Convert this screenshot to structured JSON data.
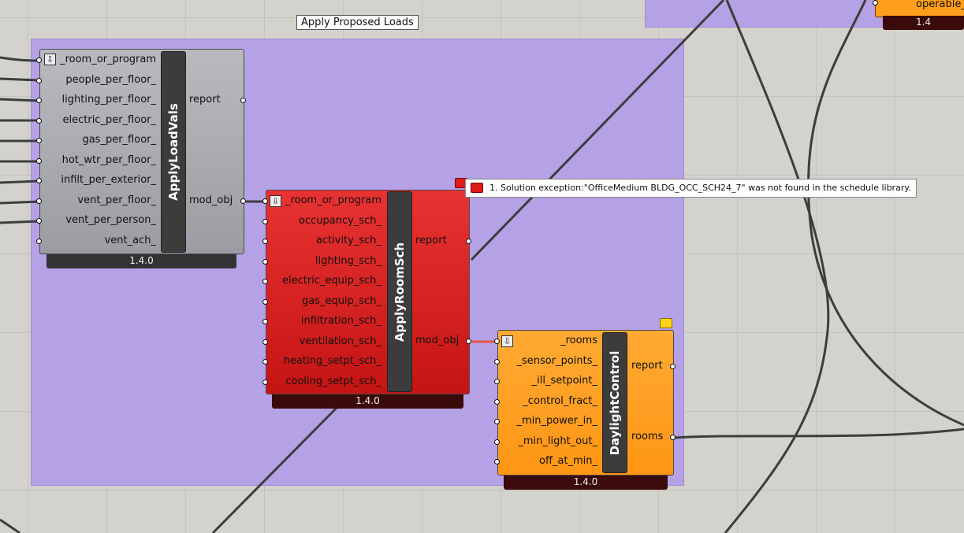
{
  "group": {
    "label": "Apply Proposed Loads"
  },
  "colors": {
    "group": "#b5a1e6",
    "error": "#e01b1b",
    "warning": "#ffa126",
    "normal": "#a7a7ad",
    "wire": "#3d3d3d"
  },
  "components": {
    "apply_load_vals": {
      "title": "ApplyLoadVals",
      "version": "1.4.0",
      "inputs": [
        "_room_or_program",
        "people_per_floor_",
        "lighting_per_floor_",
        "electric_per_floor_",
        "gas_per_floor_",
        "hot_wtr_per_floor_",
        "infilt_per_exterior_",
        "vent_per_floor_",
        "vent_per_person_",
        "vent_ach_"
      ],
      "outputs": [
        "report",
        "mod_obj"
      ]
    },
    "apply_room_sch": {
      "title": "ApplyRoomSch",
      "version": "1.4.0",
      "inputs": [
        "_room_or_program",
        "occupancy_sch_",
        "activity_sch_",
        "lighting_sch_",
        "electric_equip_sch_",
        "gas_equip_sch_",
        "infiltration_sch_",
        "ventilation_sch_",
        "heating_setpt_sch_",
        "cooling_setpt_sch_"
      ],
      "outputs": [
        "report",
        "mod_obj"
      ]
    },
    "daylight_control": {
      "title": "DaylightControl",
      "version": "1.4.0",
      "inputs": [
        "_rooms",
        "_sensor_points_",
        "_ill_setpoint_",
        "_control_fract_",
        "_min_power_in_",
        "_min_light_out_",
        "off_at_min_"
      ],
      "outputs": [
        "report",
        "rooms"
      ]
    },
    "offscreen_top_right": {
      "label": "operable_",
      "version": "1.4"
    }
  },
  "error_tooltip": {
    "text": "1. Solution exception:\"OfficeMedium BLDG_OCC_SCH24_7\" was not found in the schedule library."
  }
}
